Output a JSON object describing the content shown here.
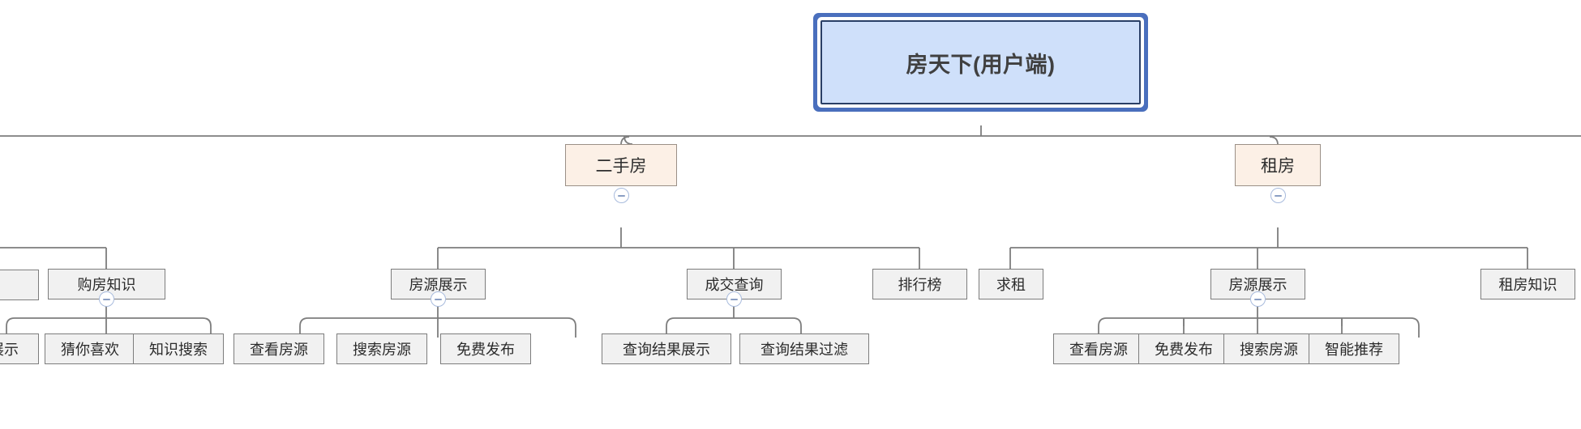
{
  "diagram": {
    "type": "mindmap-tree",
    "title": "房天下(用户端)",
    "colors": {
      "root_fill": "#cfe0fa",
      "root_border": "#4a6fbd",
      "level2_fill": "#fcf0e6",
      "level2_border": "#9b9087",
      "leaf_fill": "#f1f1f1",
      "leaf_border": "#7d7d7d",
      "connector": "#7d7d7d",
      "toggle_border": "#a8bbdd"
    }
  },
  "root": {
    "label": "房天下(用户端)"
  },
  "branches": [
    {
      "label": "二手房",
      "collapse_state": "expanded",
      "children": [
        {
          "label": "房源展示",
          "collapse_state": "expanded",
          "children": [
            {
              "label": "查看房源"
            },
            {
              "label": "搜索房源"
            },
            {
              "label": "免费发布"
            }
          ]
        },
        {
          "label": "成交查询",
          "collapse_state": "expanded",
          "children": [
            {
              "label": "查询结果展示"
            },
            {
              "label": "查询结果过滤"
            }
          ]
        },
        {
          "label": "排行榜",
          "children": []
        }
      ]
    },
    {
      "label": "租房",
      "collapse_state": "expanded",
      "children": [
        {
          "label": "求租",
          "children": []
        },
        {
          "label": "房源展示",
          "collapse_state": "expanded",
          "children": [
            {
              "label": "查看房源"
            },
            {
              "label": "免费发布"
            },
            {
              "label": "搜索房源"
            },
            {
              "label": "智能推荐"
            }
          ]
        },
        {
          "label": "租房知识",
          "children": []
        }
      ]
    }
  ],
  "offscreen_branch": {
    "note": "partially visible at left edge",
    "parent": {
      "label": "购房知识",
      "collapse_state": "expanded"
    },
    "children": [
      {
        "label": "展示"
      },
      {
        "label": "猜你喜欢"
      },
      {
        "label": "知识搜索"
      }
    ]
  },
  "toggle_icon": {
    "name": "collapse-minus-icon",
    "glyph": "−"
  }
}
